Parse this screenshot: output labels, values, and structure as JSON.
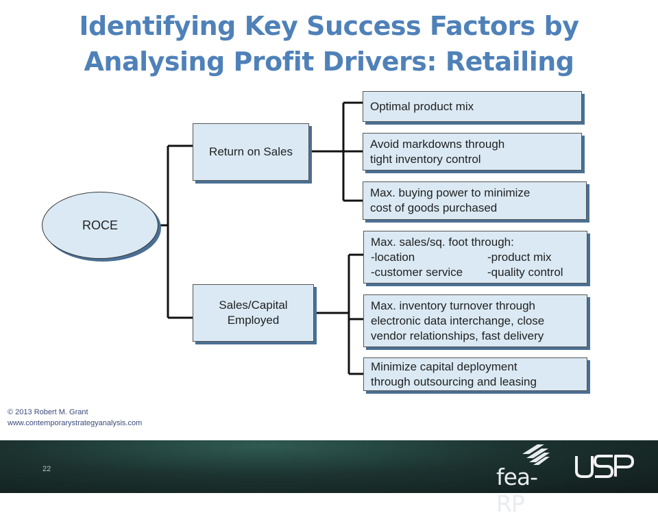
{
  "title": {
    "line1": "Identifying Key Success Factors by",
    "line2": "Analysing Profit Drivers: Retailing"
  },
  "diagram": {
    "root": "ROCE",
    "branches": [
      {
        "label_lines": [
          "Return on Sales"
        ],
        "children": [
          {
            "lines": [
              "Optimal product mix"
            ]
          },
          {
            "lines": [
              "Avoid markdowns through",
              "tight inventory control"
            ]
          },
          {
            "lines": [
              "Max. buying power to minimize",
              "cost of goods purchased"
            ]
          }
        ]
      },
      {
        "label_lines": [
          "Sales/Capital",
          "Employed"
        ],
        "children": [
          {
            "heading": "Max. sales/sq. foot through:",
            "grid": [
              [
                "-location",
                "-product mix"
              ],
              [
                "-customer service",
                "-quality control"
              ]
            ]
          },
          {
            "lines": [
              "Max. inventory turnover through",
              "electronic data interchange, close",
              "vendor relationships, fast delivery"
            ]
          },
          {
            "lines": [
              "Minimize capital deployment",
              "through outsourcing and leasing"
            ]
          }
        ]
      }
    ]
  },
  "copyright": {
    "line1": "© 2013 Robert M. Grant",
    "line2": "www.contemporarystrategyanalysis.com"
  },
  "footer": {
    "page_number": "22",
    "logo_fea": "fea-RP",
    "logo_usp": "USP"
  },
  "colors": {
    "title": "#4f81b9",
    "box_fill": "#dae9f3",
    "box_shadow": "#4a6f93",
    "footer_dark": "#1c3330"
  }
}
